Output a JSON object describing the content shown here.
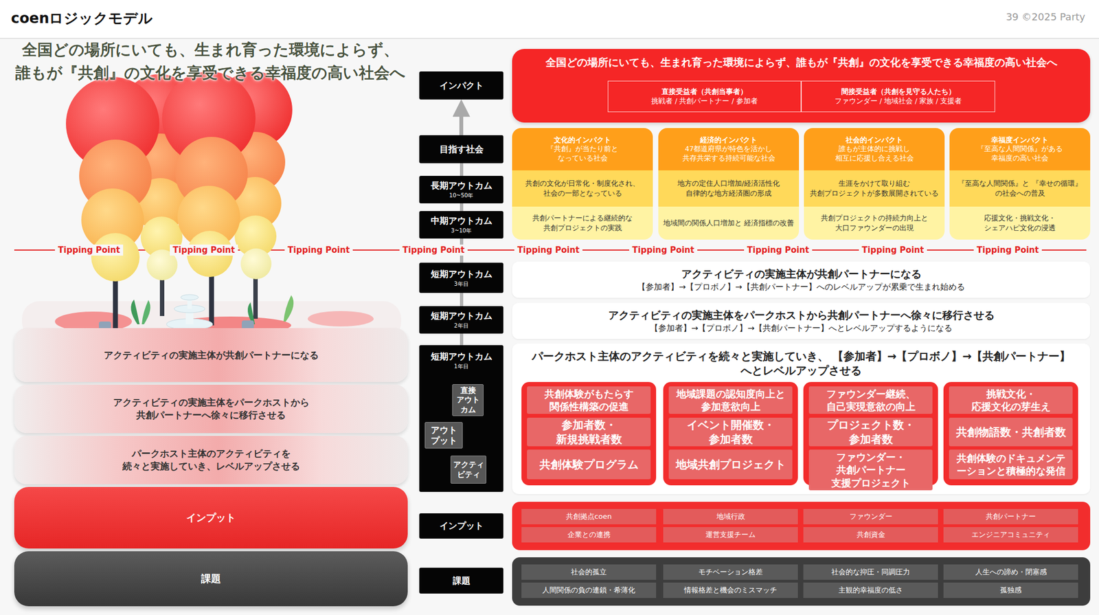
{
  "diagram": {
    "title": "coenロジックモデル",
    "nodes": [
      {
        "text": [
          "アクティビティの実施主体が共創パートナーになる"
        ]
      },
      {
        "text": [
          "アクティビティの実施主体をパークホストから 共創パートナーへ徐々に移行させる"
        ]
      },
      {
        "text": [
          "パークホスト主体のアクティビティを 続々と実施していき、レベルアップさせる"
        ]
      },
      {
        "text": [
          "インプット"
        ]
      },
      {
        "text": [
          "課題"
        ]
      },
      {
        "text": [
          "インパクト"
        ]
      },
      {
        "text": [
          "目指す社会"
        ]
      },
      {
        "text": [
          "長期アウトカム",
          "10~50年"
        ]
      },
      {
        "text": [
          "中期アウトカム",
          "3~10年"
        ]
      },
      {
        "text": [
          "短期アウトカム",
          "3年目"
        ]
      },
      {
        "text": [
          "短期アウトカム",
          "2年目"
        ]
      },
      {
        "text": [
          "短期アウトカム",
          "1年目"
        ]
      },
      {
        "text": [
          "直接 アウトカム"
        ],
        "in": 11
      },
      {
        "text": [
          "アウト プット"
        ],
        "in": 11
      },
      {
        "text": [
          "アクティ ビティ"
        ],
        "in": 11
      },
      {
        "text": [
          "インプット"
        ]
      },
      {
        "text": [
          "課題"
        ]
      },
      {
        "text": [
          "全国どの場所にいても、生まれ育った環境によらず、誰もが『共創』の文化を享受できる幸福度の高い社会へ"
        ]
      },
      {
        "text": [
          "直接受益者（共創当事者）",
          "挑戦者 / 共創パートナー / 参加者"
        ],
        "in": 17
      },
      {
        "text": [
          "間接受益者（共創を見守る人たち）",
          "ファウンダー / 地域社会 / 家族 / 支援者"
        ],
        "in": 17
      },
      {
        "text": [
          "文化的インパクト",
          "『共創』が当たり前と なっている社会"
        ]
      },
      {
        "text": [
          "経済的インパクト",
          "47都道府県が特色を活かし 共存共栄する持続可能な社会"
        ]
      },
      {
        "text": [
          "社会的インパクト",
          "誰もが主体的に挑戦し 相互に応援し合える社会"
        ]
      },
      {
        "text": [
          "幸福度インパクト",
          "『至高な人間関係』がある 幸福度の高い社会"
        ]
      },
      {
        "text": [
          "共創の文化が日常化・制度化され、 社会の一部となっている"
        ]
      },
      {
        "text": [
          "地方の定住人口増加/経済活性化 自律的な地方経済圏の形成"
        ]
      },
      {
        "text": [
          "生涯をかけて取り組む 共創プロジェクトが多数展開されている"
        ]
      },
      {
        "text": [
          "『至高な人間関係』と 『幸せの循環』の社会への普及"
        ]
      },
      {
        "text": [
          "共創パートナーによる継続的な 共創プロジェクトの実践"
        ]
      },
      {
        "text": [
          "地域間の関係人口増加と 経済指標の改善"
        ]
      },
      {
        "text": [
          "共創プロジェクトの持続力向上と 大口ファウンダーの出現"
        ]
      },
      {
        "text": [
          "応援文化・挑戦文化・ シェアハピ文化の浸透"
        ]
      },
      {
        "text": [
          "アクティビティの実施主体が共創パートナーになる",
          "【参加者】→【プロボノ】→【共創パートナー】へのレベルアップが累乗で生まれ始める"
        ]
      },
      {
        "text": [
          "アクティビティの実施主体をパークホストから共創パートナーへ徐々に移行させる",
          "【参加者】→【プロボノ】→【共創パートナー】へとレベルアップするようになる"
        ]
      },
      {
        "text": [
          "パークホスト主体のアクティビティを続々と実施していき、 【参加者】→【プロボノ】→【共創パートナー】へとレベルアップさせる"
        ]
      },
      {
        "text": [
          "共創体験がもたらす 関係性構築の促進"
        ],
        "in": 34
      },
      {
        "text": [
          "参加者数・新規挑戦者数"
        ],
        "in": 34
      },
      {
        "text": [
          "共創体験プログラム"
        ],
        "in": 34
      },
      {
        "text": [
          "地域課題の認知度向上と 参加意欲向上"
        ],
        "in": 34
      },
      {
        "text": [
          "イベント開催数・参加者数"
        ],
        "in": 34
      },
      {
        "text": [
          "地域共創プロジェクト"
        ],
        "in": 34
      },
      {
        "text": [
          "ファウンダー継続、 自己実現意欲の向上"
        ],
        "in": 34
      },
      {
        "text": [
          "プロジェクト数・参加者数"
        ],
        "in": 34
      },
      {
        "text": [
          "ファウンダー・共創パートナー 支援プロジェクト"
        ],
        "in": 34
      },
      {
        "text": [
          "挑戦文化・応援文化の芽生え"
        ],
        "in": 34
      },
      {
        "text": [
          "共創物語数・共創者数"
        ],
        "in": 34
      },
      {
        "text": [
          "共創体験のドキュメンテーションと積極的な発信"
        ],
        "in": 34
      },
      {
        "text": [
          "共創拠点coen"
        ]
      },
      {
        "text": [
          "地域行政"
        ]
      },
      {
        "text": [
          "ファウンダー"
        ]
      },
      {
        "text": [
          "共創パートナー"
        ]
      },
      {
        "text": [
          "企業との連携"
        ]
      },
      {
        "text": [
          "運営支援チーム"
        ]
      },
      {
        "text": [
          "共創資金"
        ]
      },
      {
        "text": [
          "エンジニアコミュニティ"
        ]
      },
      {
        "text": [
          "社会的孤立"
        ]
      },
      {
        "text": [
          "モチベーション格差"
        ]
      },
      {
        "text": [
          "社会的な抑圧・同調圧力"
        ]
      },
      {
        "text": [
          "人生への諦め・閉塞感"
        ]
      },
      {
        "text": [
          "人間関係の負の連鎖・希薄化"
        ]
      },
      {
        "text": [
          "情報格差と機会のミスマッチ"
        ]
      },
      {
        "text": [
          "主観的幸福度の低さ"
        ]
      },
      {
        "text": [
          "孤独感"
        ]
      }
    ],
    "edges": [
      {
        "from": 6,
        "to": 5,
        "arrow": "to"
      },
      {
        "from": 14,
        "to": 13,
        "arrow": "to"
      },
      {
        "from": 13,
        "to": 12,
        "arrow": "to"
      },
      {
        "from": 12,
        "to": 14,
        "arrow": "to"
      }
    ],
    "labels": [
      "39 ©2025 Party",
      "全国どの場所にいても、生まれ育った環境によらず、 誰もが『共創』の文化を享受できる幸福度の高い社会へ",
      "Tipping Point",
      "Tipping Point",
      "Tipping Point",
      "Tipping Point",
      "Tipping Point",
      "Tipping Point",
      "Tipping Point",
      "Tipping Point",
      "Tipping Point"
    ]
  }
}
